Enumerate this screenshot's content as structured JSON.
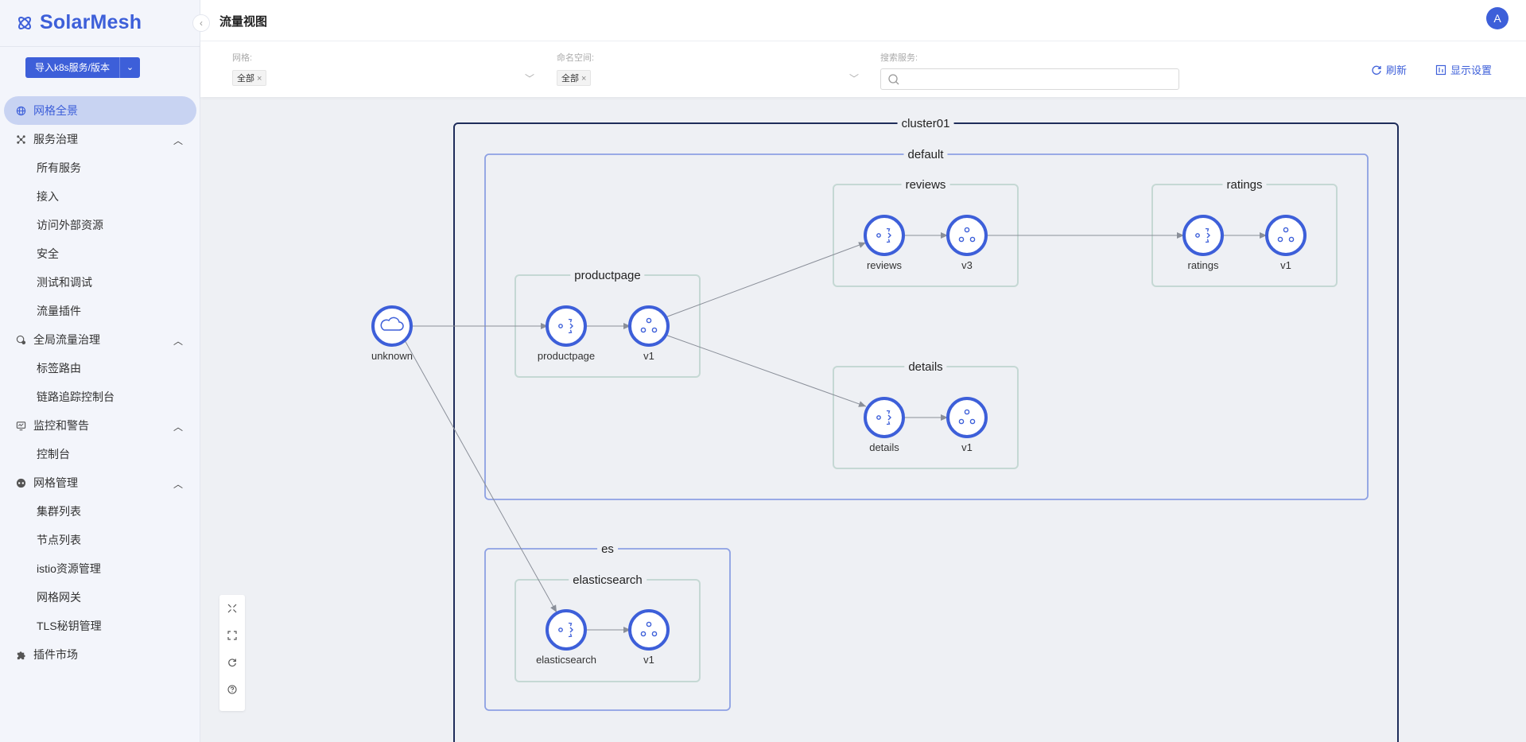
{
  "app": {
    "name": "SolarMesh"
  },
  "sidebar": {
    "import_button": "导入k8s服务/版本",
    "menu": [
      {
        "label": "网格全景",
        "icon": "globe-icon",
        "active": true
      },
      {
        "label": "服务治理",
        "icon": "services-icon",
        "expanded": true,
        "children": [
          "所有服务",
          "接入",
          "访问外部资源",
          "安全",
          "测试和调试",
          "流量插件"
        ]
      },
      {
        "label": "全局流量治理",
        "icon": "global-traffic-icon",
        "expanded": true,
        "children": [
          "标签路由",
          "链路追踪控制台"
        ]
      },
      {
        "label": "监控和警告",
        "icon": "monitor-icon",
        "expanded": true,
        "children": [
          "控制台"
        ]
      },
      {
        "label": "网格管理",
        "icon": "mesh-icon",
        "expanded": true,
        "children": [
          "集群列表",
          "节点列表",
          "istio资源管理",
          "网格网关",
          "TLS秘钥管理"
        ]
      },
      {
        "label": "插件市场",
        "icon": "puzzle-icon"
      }
    ]
  },
  "header": {
    "title": "流量视图",
    "avatar": "A"
  },
  "filters": {
    "mesh": {
      "label": "网格:",
      "tag": "全部"
    },
    "namespace": {
      "label": "命名空间:",
      "tag": "全部"
    },
    "search": {
      "label": "搜索服务:",
      "placeholder": ""
    },
    "refresh": "刷新",
    "display_settings": "显示设置"
  },
  "graph": {
    "cluster": "cluster01",
    "namespaces": [
      "default",
      "es"
    ],
    "apps": [
      "productpage",
      "reviews",
      "ratings",
      "details",
      "elasticsearch"
    ],
    "nodes": {
      "unknown": "unknown",
      "productpage_svc": "productpage",
      "productpage_v": "v1",
      "reviews_svc": "reviews",
      "reviews_v": "v3",
      "ratings_svc": "ratings",
      "ratings_v": "v1",
      "details_svc": "details",
      "details_v": "v1",
      "es_svc": "elasticsearch",
      "es_v": "v1"
    }
  },
  "colors": {
    "accent": "#3d5fd9",
    "node_fill": "#ffffff",
    "app_border": "#c8d8d8",
    "ns_border": "#8da0e3",
    "cluster_border": "#1f2d5a"
  }
}
